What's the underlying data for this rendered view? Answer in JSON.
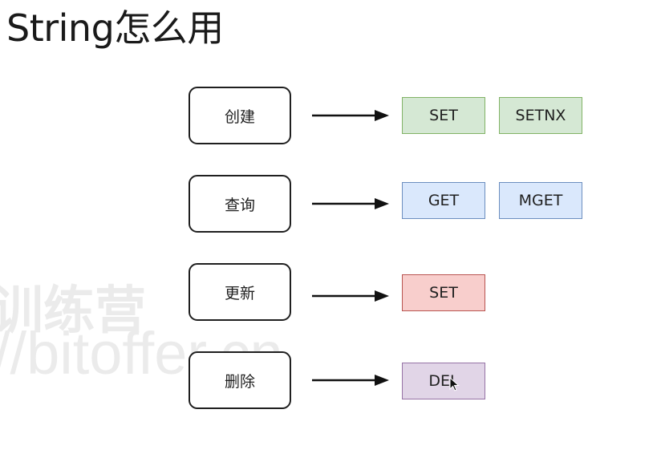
{
  "title": "String怎么用",
  "watermark": {
    "line1": "训练营",
    "line2": "//bitoffer.cn"
  },
  "rows": [
    {
      "label": "创建",
      "commands": [
        "SET",
        "SETNX"
      ]
    },
    {
      "label": "查询",
      "commands": [
        "GET",
        "MGET"
      ]
    },
    {
      "label": "更新",
      "commands": [
        "SET"
      ]
    },
    {
      "label": "删除",
      "commands": [
        "DEL"
      ]
    }
  ],
  "colors": {
    "create": {
      "fill": "#d5e8d4",
      "stroke": "#82b366"
    },
    "read": {
      "fill": "#dae8fc",
      "stroke": "#6c8ebf"
    },
    "update": {
      "fill": "#f8cecc",
      "stroke": "#b85450"
    },
    "delete": {
      "fill": "#e1d5e7",
      "stroke": "#9673a6"
    }
  }
}
